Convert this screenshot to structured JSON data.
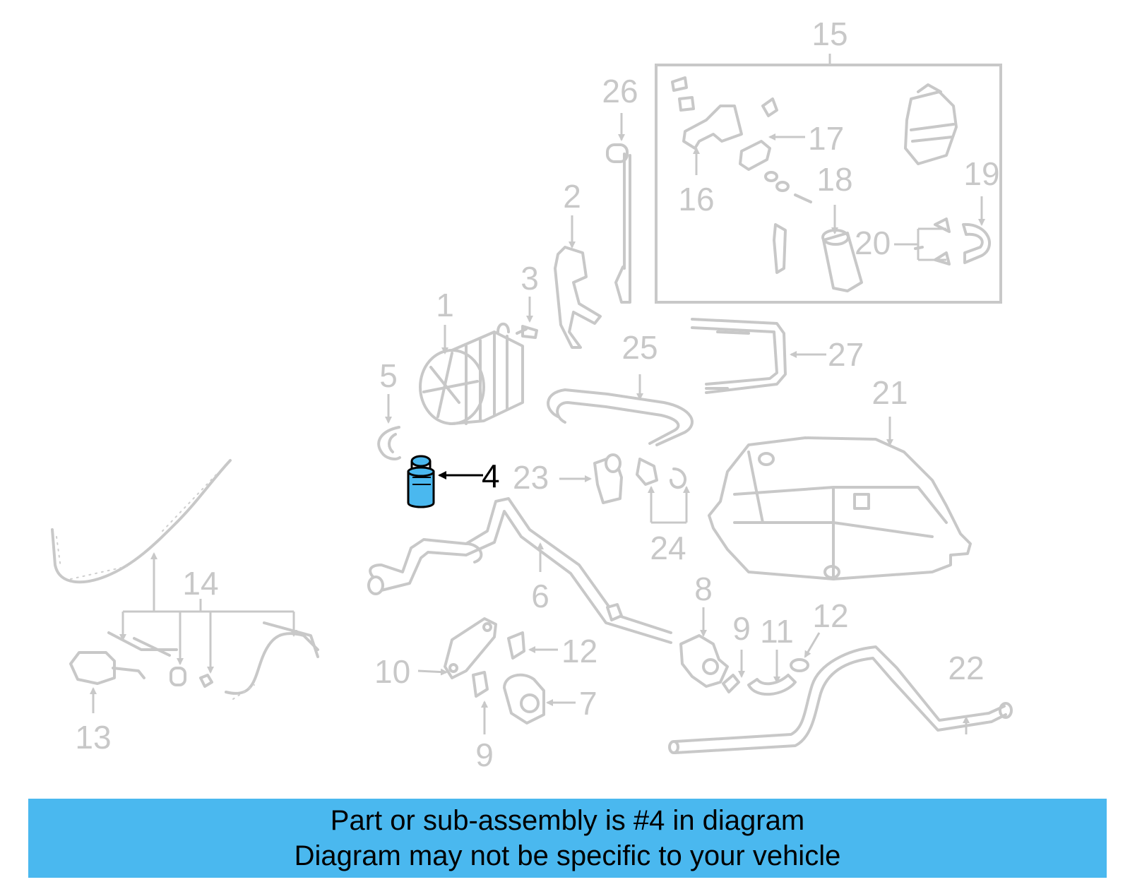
{
  "diagram": {
    "highlighted_part": "4",
    "highlight_color": "#4ab8ef",
    "line_color": "#c8c8c8",
    "labels": {
      "l1": "1",
      "l2": "2",
      "l3": "3",
      "l4": "4",
      "l5": "5",
      "l6": "6",
      "l7": "7",
      "l8": "8",
      "l9a": "9",
      "l9b": "9",
      "l10": "10",
      "l11": "11",
      "l12a": "12",
      "l12b": "12",
      "l13": "13",
      "l14": "14",
      "l15": "15",
      "l16": "16",
      "l17": "17",
      "l18": "18",
      "l19": "19",
      "l20": "20",
      "l21": "21",
      "l22": "22",
      "l23": "23",
      "l24": "24",
      "l25": "25",
      "l26": "26",
      "l27": "27"
    }
  },
  "footer": {
    "line1": "Part or sub-assembly is #4 in diagram",
    "line2": "Diagram may not be specific to your vehicle",
    "background": "#4ab8ef"
  }
}
